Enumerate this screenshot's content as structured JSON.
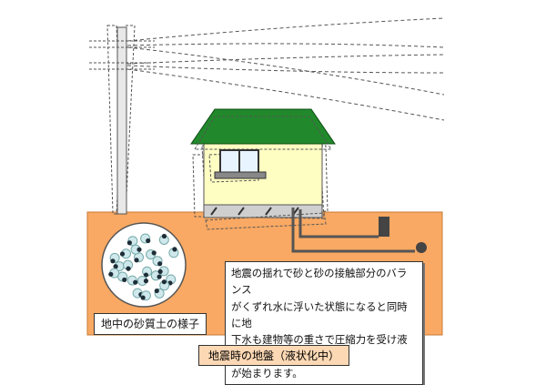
{
  "labels": {
    "sample": "地中の砂質土の様子",
    "explanation": [
      "地震の揺れで砂と砂の接触部分のバランス",
      "がくずれ水に浮いた状態になると同時に地",
      "下水も建物等の重さで圧縮力を受け液状化",
      "が始まります。"
    ],
    "caption": "地震時の地盤（液状化中）"
  },
  "colors": {
    "ground": "#f9a963",
    "house_wall": "#fefdc2",
    "roof": "#21892b",
    "water_pipe": "#555555",
    "sand_grain": "#cfe8ec",
    "water_particle": "#1e2e38"
  }
}
